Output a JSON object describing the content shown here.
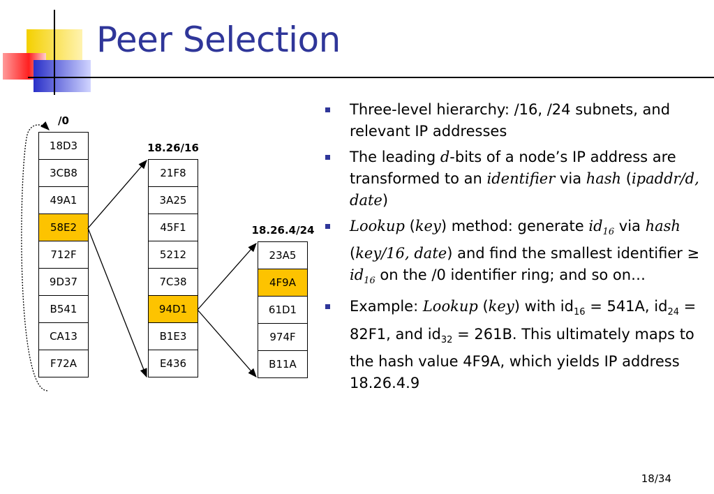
{
  "title": "Peer Selection",
  "columns": [
    {
      "label": "/0",
      "cells": [
        "18D3",
        "3CB8",
        "49A1",
        "58E2",
        "712F",
        "9D37",
        "B541",
        "CA13",
        "F72A"
      ],
      "highlight": 3
    },
    {
      "label": "18.26/16",
      "cells": [
        "21F8",
        "3A25",
        "45F1",
        "5212",
        "7C38",
        "94D1",
        "B1E3",
        "E436"
      ],
      "highlight": 5
    },
    {
      "label": "18.26.4/24",
      "cells": [
        "23A5",
        "4F9A",
        "61D1",
        "974F",
        "B11A"
      ],
      "highlight": 1
    }
  ],
  "bullets": {
    "b1": "Three-level hierarchy: /16, /24 subnets, and relevant IP addresses",
    "b2": {
      "t1": "The leading ",
      "d": "d",
      "t2": "-bits of a node’s IP address are transformed to an ",
      "identifier": "identifier",
      "t3": " via ",
      "hash": "hash",
      "t4": " (",
      "args": "ipaddr/d, date",
      "t5": ")"
    },
    "b3": {
      "lookup": "Lookup",
      "t1": " (",
      "key": "key",
      "t2": ") method: generate ",
      "id": "id",
      "id_sub": "16",
      "t3": " via ",
      "hash": "hash",
      "t4": " (",
      "args": "key/16, date",
      "t5": ") and find the smallest identifier ≥ ",
      "id2": "id",
      "id2_sub": "16",
      "t6": " on the /0 identifier ring; and so on…"
    },
    "b4": {
      "t1": "Example: ",
      "lookup": "Lookup",
      "t2": " (",
      "key": "key",
      "t3": ") with id",
      "s1": "16",
      "t4": " = 541A, id",
      "s2": "24",
      "t5": " = 82F1, and id",
      "s3": "32",
      "t6": " = 261B. This ultimately maps to the hash value 4F9A, which yields IP address 18.26.4.9"
    }
  },
  "page_number": "18/34",
  "colors": {
    "title": "#2f3699",
    "highlight": "#fdc300",
    "bullet": "#2f3699"
  }
}
